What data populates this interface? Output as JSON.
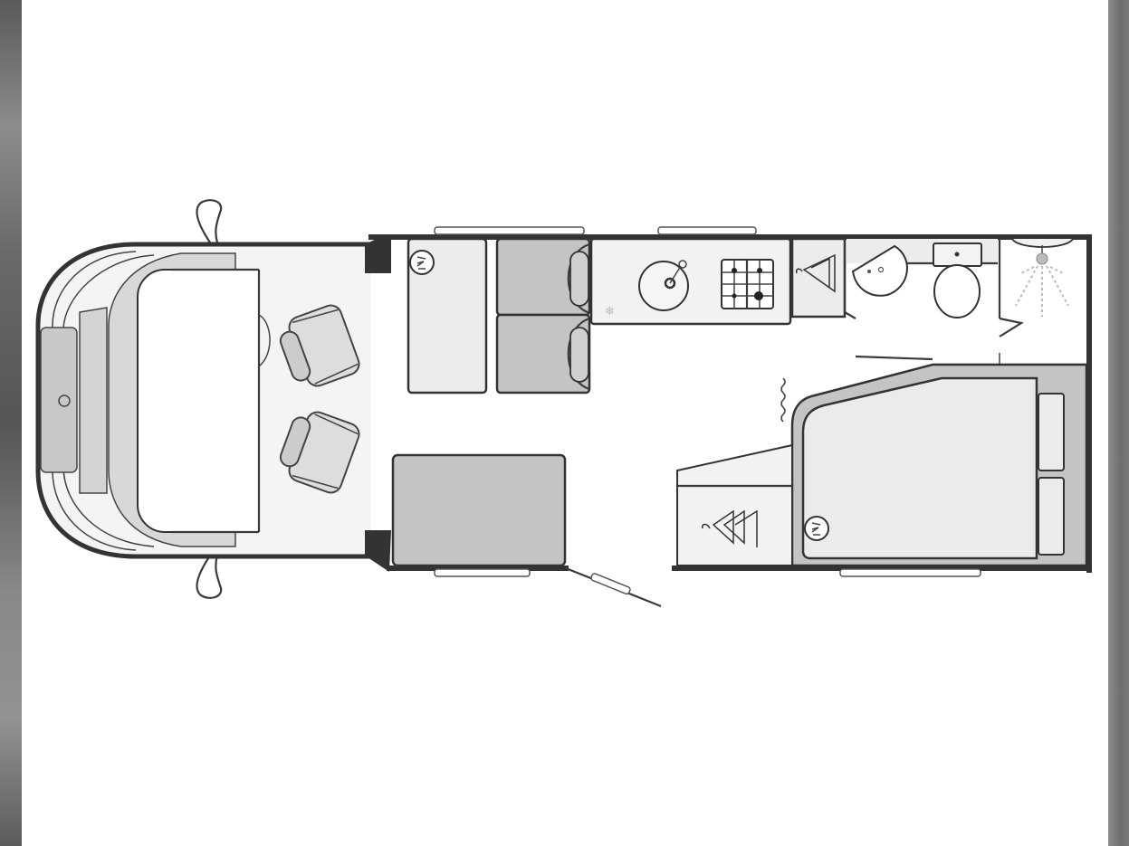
{
  "diagram": {
    "type": "floor-plan",
    "subject": "motorhome-layout",
    "orientation": "cab-left",
    "colors": {
      "wall": "#333333",
      "furniture_light": "#ececec",
      "furniture_mid": "#c4c4c4",
      "cab_grey": "#d2d2d2",
      "background": "#ffffff",
      "frame": "#6e6e6e"
    },
    "zones": [
      {
        "id": "cab",
        "label": "Cab with dashboard and windscreen"
      },
      {
        "id": "cab-seats",
        "label": "Two swivel cab seats"
      },
      {
        "id": "lounge",
        "label": "Front lounge with sofa and seat cushions"
      },
      {
        "id": "dinette",
        "label": "Side seating block by entrance door"
      },
      {
        "id": "kitchen",
        "label": "Kitchen with sink, 4-burner hob and fridge"
      },
      {
        "id": "wardrobe-front",
        "label": "Wardrobe (hanging)"
      },
      {
        "id": "washroom",
        "label": "Washroom with basin and toilet"
      },
      {
        "id": "shower",
        "label": "Separate shower cubicle"
      },
      {
        "id": "bedroom",
        "label": "Rear island bed"
      },
      {
        "id": "wardrobe-rear",
        "label": "Rear wardrobe"
      },
      {
        "id": "entrance",
        "label": "Habitation entrance door"
      }
    ],
    "symbols": [
      {
        "name": "heater-symbol",
        "location": "lounge"
      },
      {
        "name": "heater-symbol",
        "location": "bedroom"
      },
      {
        "name": "fridge-snowflake",
        "location": "kitchen"
      },
      {
        "name": "radiator-wave",
        "location": "bedroom-entrance"
      }
    ]
  }
}
